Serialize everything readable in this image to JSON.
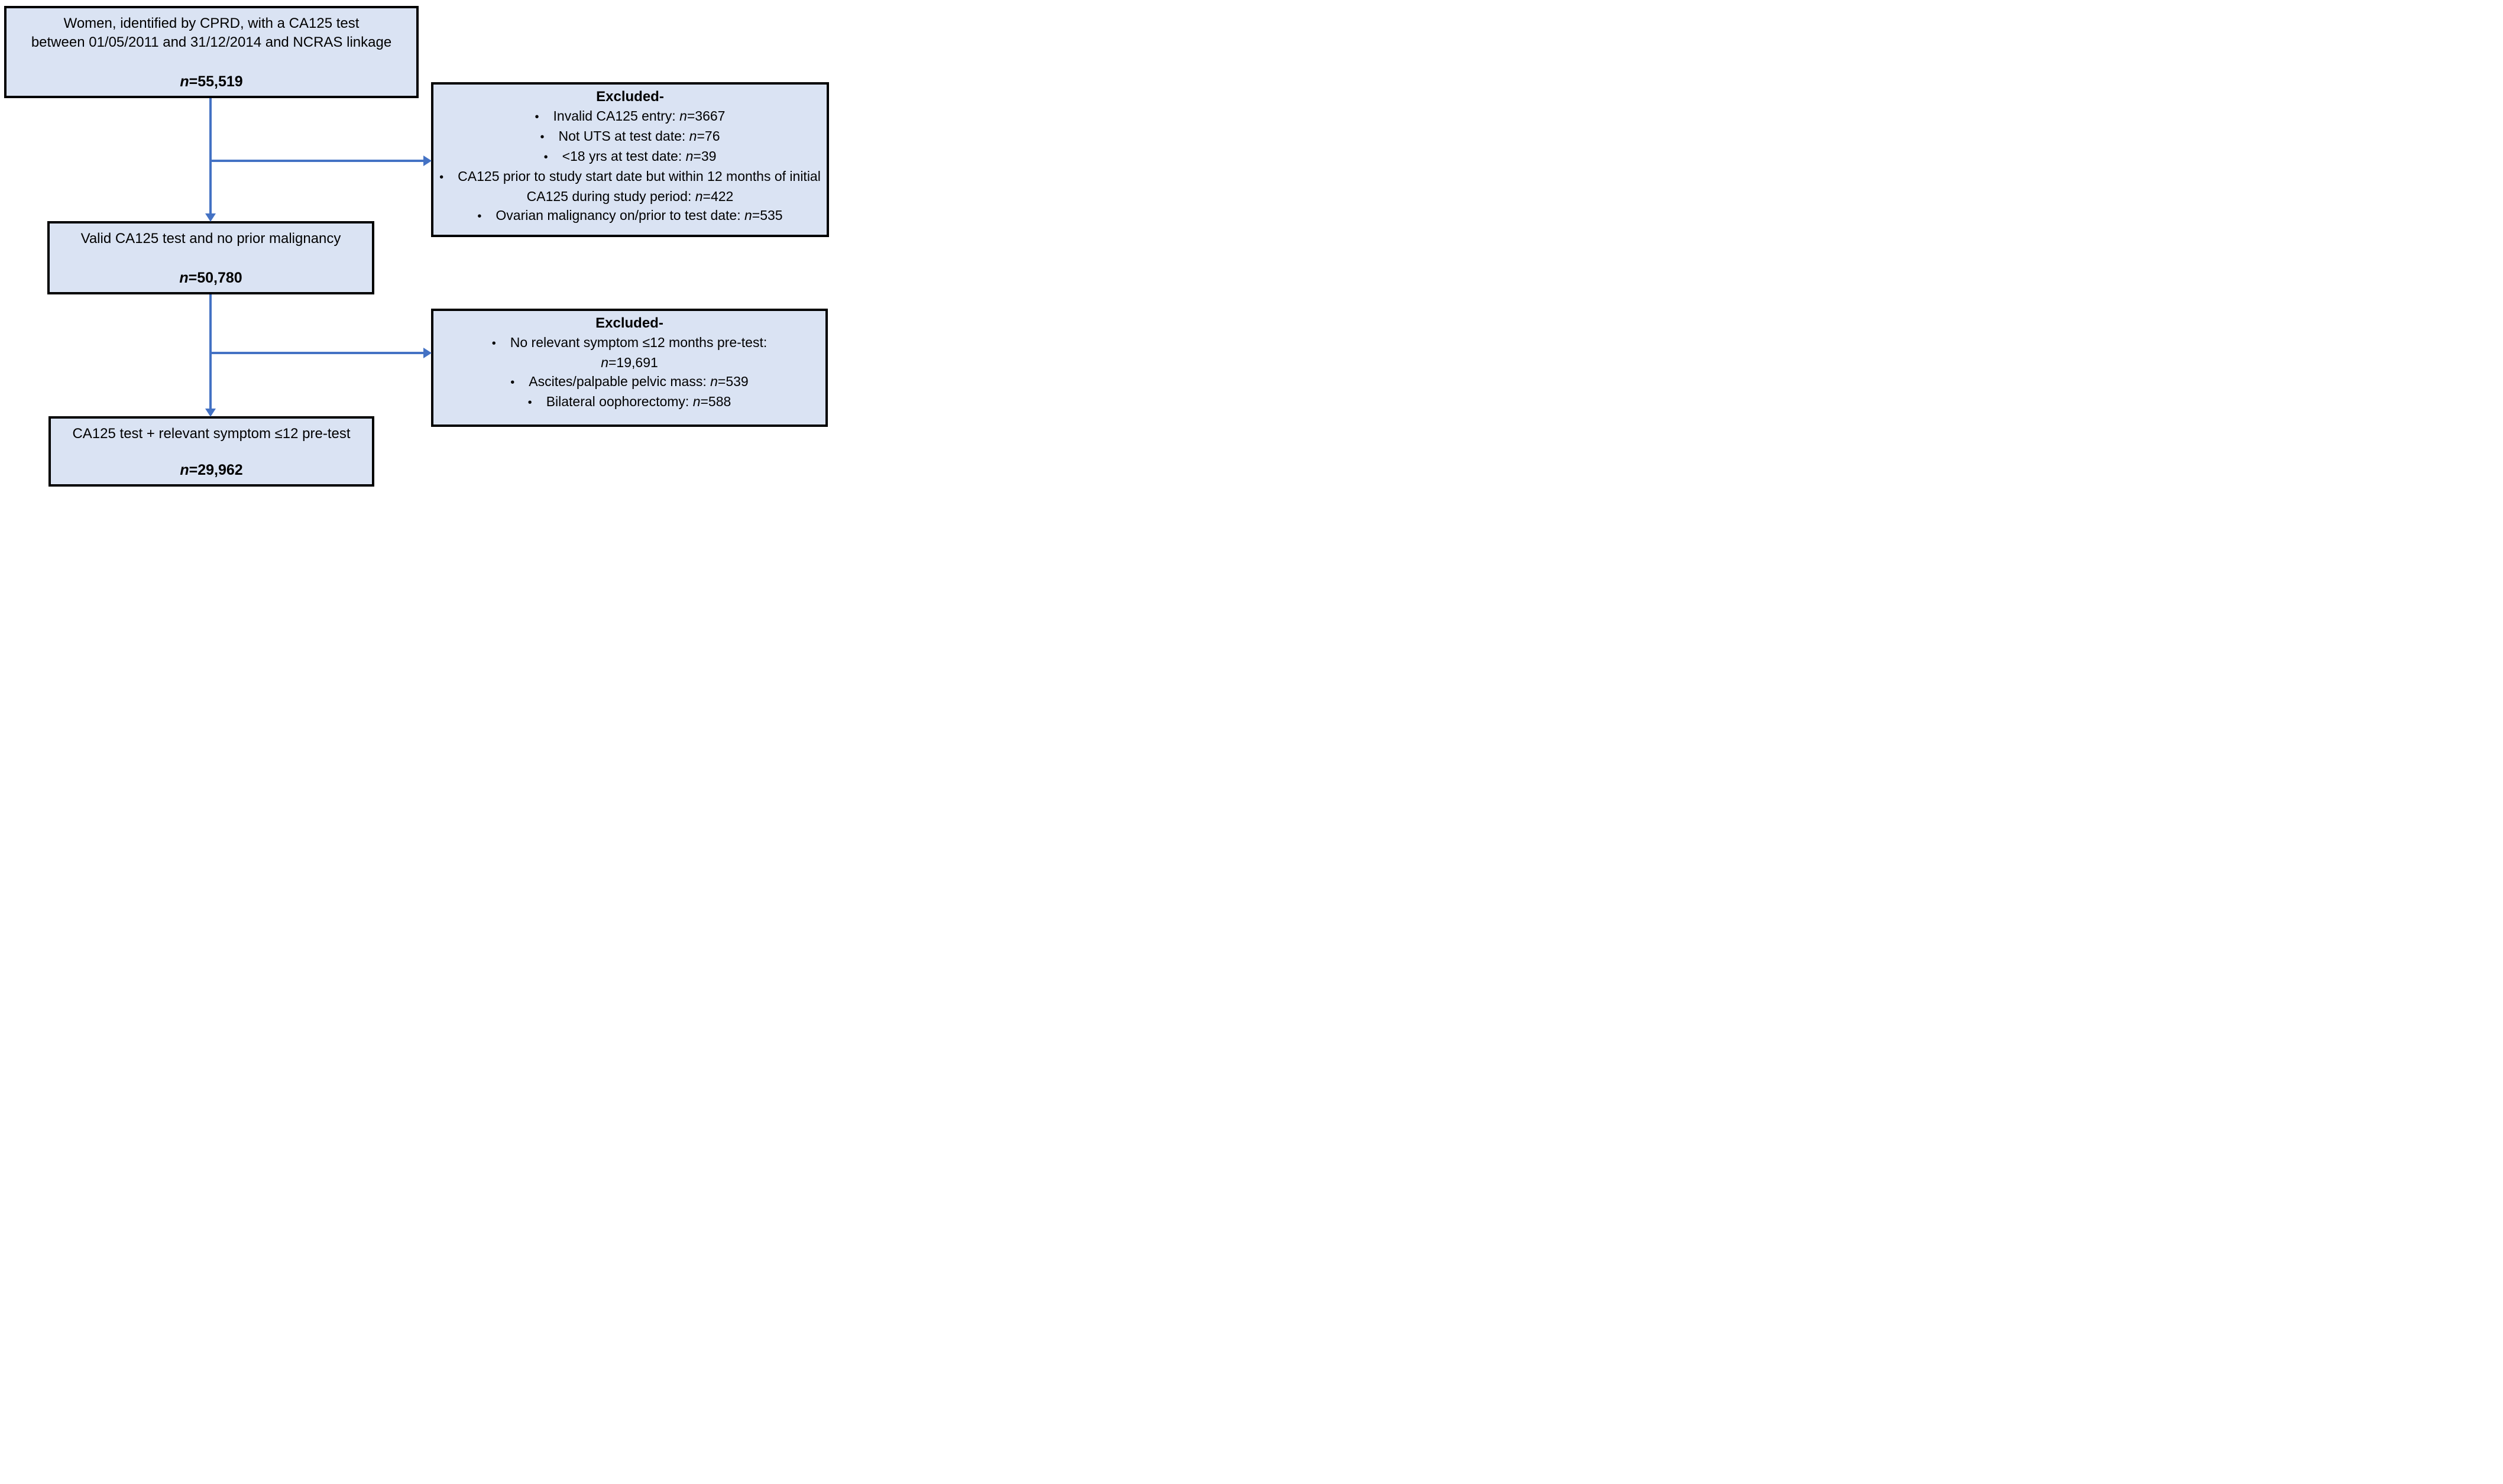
{
  "figure": {
    "bullet_glyph": "•",
    "colors": {
      "box_fill": "#dae3f3",
      "box_border": "#000000",
      "arrow": "#4472c4",
      "text": "#000000",
      "background": "#ffffff"
    },
    "boxes": {
      "cohort": {
        "line1": "Women, identified by CPRD, with a CA125 test",
        "line2": "between 01/05/2011 and 31/12/2014 and NCRAS linkage",
        "n_symbol": "n",
        "n_value": "=55,519"
      },
      "excluded1": {
        "heading": "Excluded-",
        "items": [
          {
            "label": "Invalid CA125 entry: ",
            "n_symbol": "n",
            "value": "=3667"
          },
          {
            "label": "Not UTS at test date: ",
            "n_symbol": "n",
            "value": "=76"
          },
          {
            "label": "<18 yrs at test date: ",
            "n_symbol": "n",
            "value": "=39"
          },
          {
            "label": "CA125 prior to study start date but within 12 months of initial CA125 during study period: ",
            "n_symbol": "n",
            "value": "=422"
          },
          {
            "label": "Ovarian malignancy on/prior to test date: ",
            "n_symbol": "n",
            "value": "=535"
          }
        ]
      },
      "valid": {
        "title": "Valid CA125 test and no prior malignancy",
        "n_symbol": "n",
        "n_value": "=50,780"
      },
      "excluded2": {
        "heading": "Excluded-",
        "items": [
          {
            "label": "No relevant symptom ≤12 months pre-test:",
            "n_symbol": "n",
            "value": "=19,691",
            "break_before_n": true
          },
          {
            "label": "Ascites/palpable pelvic mass: ",
            "n_symbol": "n",
            "value": "=539"
          },
          {
            "label": "Bilateral oophorectomy: ",
            "n_symbol": "n",
            "value": "=588"
          }
        ]
      },
      "final": {
        "title": "CA125 test + relevant symptom ≤12 pre-test",
        "n_symbol": "n",
        "n_value": "=29,962"
      }
    }
  }
}
